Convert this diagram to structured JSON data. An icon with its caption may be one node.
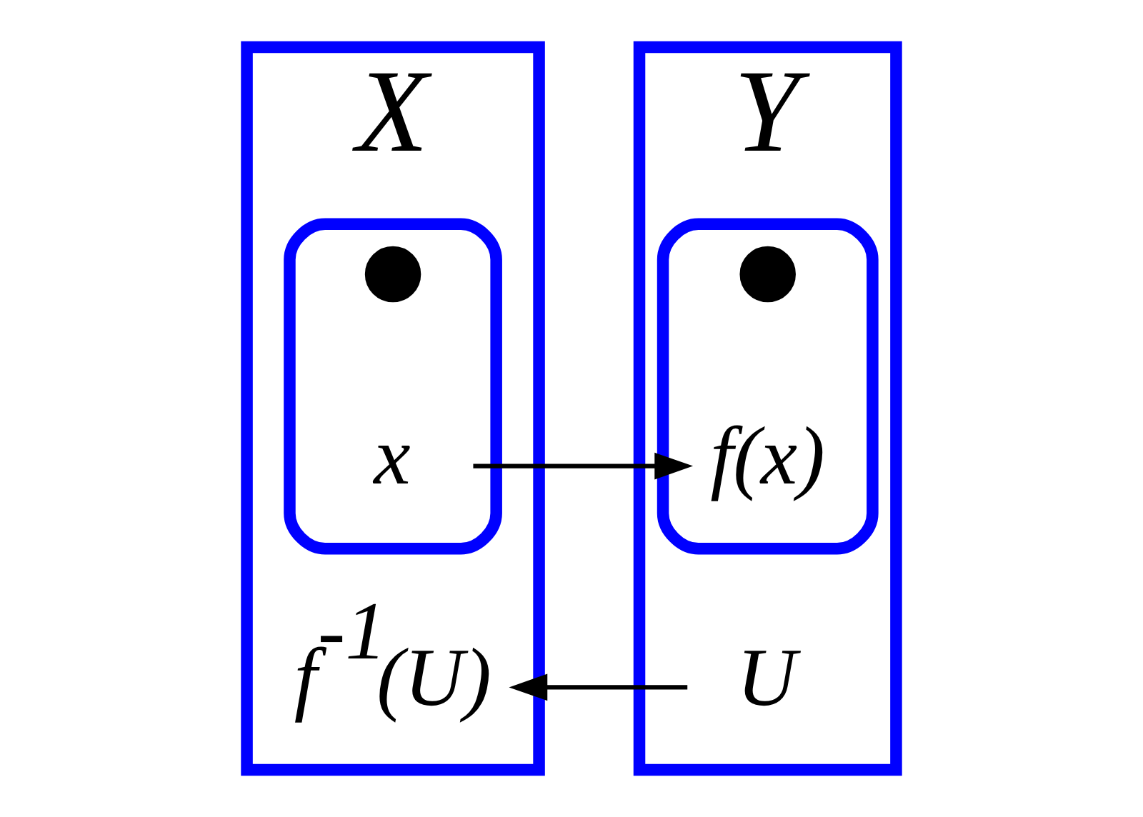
{
  "diagram": {
    "nodes": [
      {
        "text": [
          "X"
        ]
      },
      {
        "text": [
          "f$^{-1}$(U)"
        ],
        "in": 0
      },
      {
        "text": [],
        "shape": "box",
        "in": 0
      },
      {
        "text": [],
        "shape": "dot",
        "in": 2
      },
      {
        "text": [
          "x"
        ],
        "in": 2
      },
      {
        "text": [
          "Y"
        ]
      },
      {
        "text": [
          "U"
        ],
        "in": 5
      },
      {
        "text": [],
        "shape": "box",
        "in": 5
      },
      {
        "text": [],
        "shape": "dot",
        "in": 7
      },
      {
        "text": [
          "f(x)"
        ],
        "in": 7
      }
    ],
    "edges": [
      {
        "from": 6,
        "to": 1,
        "arrow": "to"
      },
      {
        "from": 4,
        "to": 9,
        "arrow": "to"
      }
    ]
  }
}
